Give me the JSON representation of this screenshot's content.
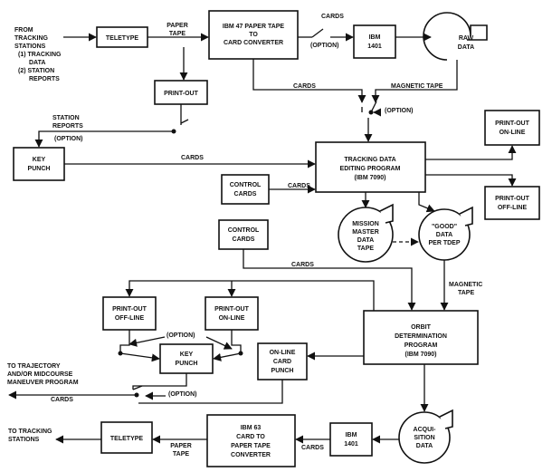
{
  "labels": {
    "from_tracking": [
      "FROM",
      "TRACKING",
      "STATIONS",
      "(1) TRACKING",
      "DATA",
      "(2) STATION",
      "REPORTS"
    ],
    "paper_tape": [
      "PAPER",
      "TAPE"
    ],
    "cards": "CARDS",
    "option": "(OPTION)",
    "magnetic_tape": "MAGNETIC TAPE",
    "magnetic_tape_vertical": [
      "MAGNETIC",
      "TAPE"
    ],
    "station_reports": [
      "STATION",
      "REPORTS"
    ],
    "to_trajectory": [
      "TO TRAJECTORY",
      "AND/OR MIDCOURSE",
      "MANEUVER PROGRAM"
    ],
    "to_tracking_stations": [
      "TO TRACKING",
      "STATIONS"
    ]
  },
  "boxes": {
    "teletype_top": [
      "TELETYPE"
    ],
    "converter_top": [
      "IBM 47 PAPER TAPE",
      "TO",
      "CARD CONVERTER"
    ],
    "ibm1401_top": [
      "IBM",
      "1401"
    ],
    "printout_top": [
      "PRINT-OUT"
    ],
    "keypunch_top": [
      "KEY",
      "PUNCH"
    ],
    "printout_online_right": [
      "PRINT-OUT",
      "ON-LINE"
    ],
    "tdep": [
      "TRACKING DATA",
      "EDITING PROGRAM",
      "(IBM 7090)"
    ],
    "printout_offline_right": [
      "PRINT-OUT",
      "OFF-LINE"
    ],
    "control_cards_1": [
      "CONTROL",
      "CARDS"
    ],
    "control_cards_2": [
      "CONTROL",
      "CARDS"
    ],
    "printout_offline_mid": [
      "PRINT-OUT",
      "OFF-LINE"
    ],
    "printout_online_mid": [
      "PRINT-OUT",
      "ON-LINE"
    ],
    "orbit": [
      "ORBIT",
      "DETERMINATION",
      "PROGRAM",
      "(IBM 7090)"
    ],
    "keypunch_bottom": [
      "KEY",
      "PUNCH"
    ],
    "online_card_punch": [
      "ON-LINE",
      "CARD",
      "PUNCH"
    ],
    "teletype_bottom": [
      "TELETYPE"
    ],
    "converter_bottom": [
      "IBM 63",
      "CARD TO",
      "PAPER TAPE",
      "CONVERTER"
    ],
    "ibm1401_bottom": [
      "IBM",
      "1401"
    ]
  },
  "tapes": {
    "raw_data": [
      "RAW",
      "DATA"
    ],
    "mission_master": [
      "MISSION",
      "MASTER",
      "DATA",
      "TAPE"
    ],
    "good_data": [
      "\"GOOD\"",
      "DATA",
      "PER TDEP"
    ],
    "acquisition": [
      "ACQUI-",
      "SITION",
      "DATA"
    ]
  }
}
